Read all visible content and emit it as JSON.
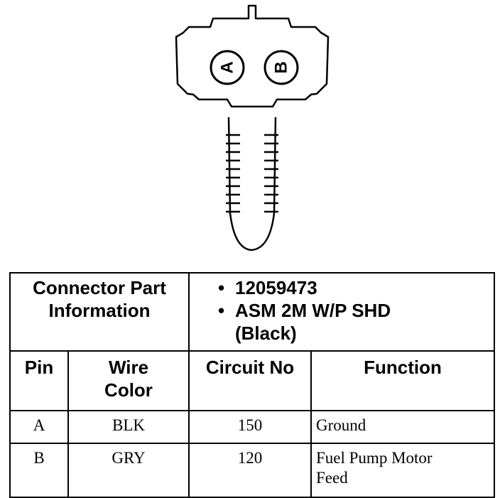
{
  "connector": {
    "pin_labels": [
      "A",
      "B"
    ]
  },
  "table": {
    "part_info_label": "Connector Part\nInformation",
    "part_info_values": [
      "12059473",
      "ASM 2M W/P SHD\n(Black)"
    ],
    "bullet": "•",
    "headers": {
      "pin": "Pin",
      "wire_color": "Wire\nColor",
      "circuit_no": "Circuit No",
      "function": "Function"
    },
    "rows": [
      {
        "pin": "A",
        "wire_color": "BLK",
        "circuit_no": "150",
        "function": "Ground"
      },
      {
        "pin": "B",
        "wire_color": "GRY",
        "circuit_no": "120",
        "function": "Fuel Pump Motor\nFeed"
      }
    ]
  }
}
